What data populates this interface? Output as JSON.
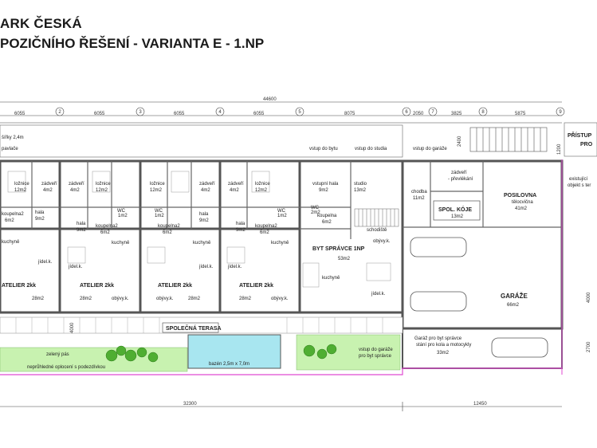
{
  "title": {
    "line1": "ARK ČESKÁ",
    "line2": "POZIČNÍHO ŘEŠENÍ - VARIANTA E - 1.NP"
  },
  "dimensions": {
    "total": "44600",
    "spans": [
      "6055",
      "6055",
      "6055",
      "6055",
      "8075",
      "2050",
      "3825",
      "5875"
    ],
    "bottom_left": "32300",
    "bottom_right": "12450",
    "side": [
      "2400",
      "1200",
      "4000",
      "2700"
    ],
    "terrace_depth": "4000"
  },
  "axes": [
    "2",
    "3",
    "4",
    "5",
    "6",
    "7",
    "8",
    "9"
  ],
  "top_notes": {
    "width_note": "šířky 2,4m",
    "walkway": "pavlače",
    "entrances": [
      "vstup do bytu",
      "vstup do studia",
      "vstup do garáže"
    ],
    "access_right": [
      "PŘÍSTUP",
      "PRO"
    ]
  },
  "units": {
    "bedroom": "ložnice",
    "bedroom_area": "12m2",
    "vestibule": "zádveří",
    "vestibule_area": "4m2",
    "wc": "WC",
    "wc_area": "1m2",
    "hall": "hala",
    "hall_area": "9m2",
    "bathroom": "koupelna2",
    "bathroom_area": "6m2",
    "kitchen": "kuchyně",
    "dining": "jídel.k.",
    "living": "obývy.k.",
    "atelier": "ATELIER 2kk",
    "atelier_area": "28m2"
  },
  "manager_flat": {
    "entry_hall": "vstupní hala",
    "entry_hall_area": "9m2",
    "studio": "studio",
    "studio_area": "13m2",
    "wc": "WC",
    "wc_area": "2m2",
    "bathroom": "koupelna",
    "bathroom_area": "6m2",
    "stairs": "schodiště",
    "name": "BYT SPRÁVCE 1NP",
    "area": "53m2",
    "living": "obývy.k.",
    "kitchen": "kuchyně",
    "dining": "jídel.k."
  },
  "right_block": {
    "corridor": "chodba",
    "corridor_area": "11m2",
    "vestibule": "zádveří",
    "changing": "- převlékání",
    "gym": "POSILOVNA",
    "gym_sub": "tělocvična",
    "gym_area": "41m2",
    "storage": "SPOL. KÓJE",
    "storage_area": "13m2",
    "garage": "GARÁŽE",
    "garage_area": "66m2",
    "existing": [
      "existující",
      "objekt s ter"
    ],
    "garage2_lines": [
      "Garáž pro byt správce",
      "stání pro kola a motocykly"
    ],
    "garage2_area": "33m2"
  },
  "outdoor": {
    "terrace": "SPOLEČNÁ TERASA",
    "green_strip": "zelený pás",
    "fence": "neprůhledné oplocení s podezdívkou",
    "pool": "bazén 2,5m x 7,0m",
    "garage_entry": [
      "vstup do garáže",
      "pro byt správce"
    ]
  },
  "colors": {
    "wall": "#555555",
    "green": "#c8f2b0",
    "pool": "#a8e6f0",
    "magenta": "#e04ad2",
    "tree": "#4fae32"
  }
}
